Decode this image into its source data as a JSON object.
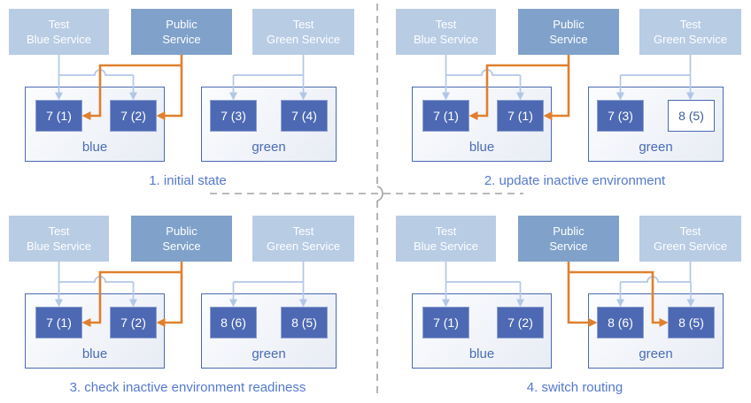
{
  "colors": {
    "service_test_fill": "#b8cce4",
    "service_public_fill": "#7fa1ca",
    "pod_fill": "#4d69b3",
    "pod_outline_border": "#4a69b4",
    "env_border": "#4a69b4",
    "env_label_text": "#4a6cb8",
    "caption_text": "#5479cf",
    "test_route_arrow": "#b2c7e6",
    "public_route_arrow": "#e0802e",
    "divider_dash": "#a2a2a2",
    "text_on_fill": "#ffffff"
  },
  "panels": [
    {
      "caption": "1. initial state",
      "public_routing": "blue",
      "services": [
        {
          "line1": "Test",
          "line2": "Blue Service"
        },
        {
          "line1": "Public",
          "line2": "Service"
        },
        {
          "line1": "Test",
          "line2": "Green Service"
        }
      ],
      "environments": [
        {
          "label": "blue",
          "pods": [
            {
              "label": "7 (1)",
              "css": "pod-fill"
            },
            {
              "label": "7 (2)",
              "css": "pod-fill"
            }
          ]
        },
        {
          "label": "green",
          "pods": [
            {
              "label": "7 (3)",
              "css": "pod-fill"
            },
            {
              "label": "7 (4)",
              "css": "pod-fill"
            }
          ]
        }
      ]
    },
    {
      "caption": "2. update inactive environment",
      "public_routing": "blue",
      "services": [
        {
          "line1": "Test",
          "line2": "Blue Service"
        },
        {
          "line1": "Public",
          "line2": "Service"
        },
        {
          "line1": "Test",
          "line2": "Green Service"
        }
      ],
      "environments": [
        {
          "label": "blue",
          "pods": [
            {
              "label": "7 (1)",
              "css": "pod-fill"
            },
            {
              "label": "7 (1)",
              "css": "pod-fill"
            }
          ]
        },
        {
          "label": "green",
          "pods": [
            {
              "label": "7 (3)",
              "css": "pod-fill"
            },
            {
              "label": "8 (5)",
              "css": "pod-outline"
            }
          ]
        }
      ]
    },
    {
      "caption": "3. check inactive environment readiness",
      "public_routing": "blue",
      "services": [
        {
          "line1": "Test",
          "line2": "Blue Service"
        },
        {
          "line1": "Public",
          "line2": "Service"
        },
        {
          "line1": "Test",
          "line2": "Green Service"
        }
      ],
      "environments": [
        {
          "label": "blue",
          "pods": [
            {
              "label": "7 (1)",
              "css": "pod-fill"
            },
            {
              "label": "7 (2)",
              "css": "pod-fill"
            }
          ]
        },
        {
          "label": "green",
          "pods": [
            {
              "label": "8 (6)",
              "css": "pod-fill"
            },
            {
              "label": "8 (5)",
              "css": "pod-fill"
            }
          ]
        }
      ]
    },
    {
      "caption": "4. switch routing",
      "public_routing": "green",
      "services": [
        {
          "line1": "Test",
          "line2": "Blue Service"
        },
        {
          "line1": "Public",
          "line2": "Service"
        },
        {
          "line1": "Test",
          "line2": "Green Service"
        }
      ],
      "environments": [
        {
          "label": "blue",
          "pods": [
            {
              "label": "7 (1)",
              "css": "pod-fill"
            },
            {
              "label": "7 (2)",
              "css": "pod-fill"
            }
          ]
        },
        {
          "label": "green",
          "pods": [
            {
              "label": "8 (6)",
              "css": "pod-fill"
            },
            {
              "label": "8 (5)",
              "css": "pod-fill"
            }
          ]
        }
      ]
    }
  ]
}
